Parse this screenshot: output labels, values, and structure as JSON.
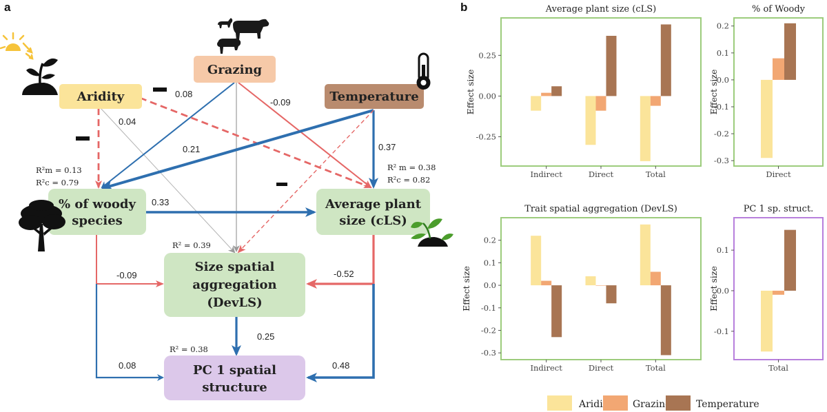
{
  "panel_labels": {
    "a": "a",
    "b": "b"
  },
  "colors": {
    "aridity": "#fbe49a",
    "grazing": "#f2a773",
    "temperature": "#a87553",
    "positive_arrow": "#2e6faf",
    "negative_arrow": "#e56766",
    "neutral_arrow": "#b4b4b4",
    "green_box": "#cfe6c3",
    "purple_box": "#dcc8ea",
    "grazing_box": "#f6c9a8",
    "aridity_box": "#fbe49a",
    "temperature_box": "#b98b6e",
    "green_frame": "#9ccc7c",
    "purple_frame": "#b77fdc"
  },
  "diagram": {
    "nodes": {
      "grazing": "Grazing",
      "aridity": "Aridity",
      "temperature": "Temperature",
      "woody": [
        "% of woody",
        "species"
      ],
      "plant_size": [
        "Average plant",
        "size (cLS)"
      ],
      "size_agg": [
        "Size spatial",
        "aggregation",
        "(DevLS)"
      ],
      "pc1": [
        "PC 1 spatial",
        "structure"
      ]
    },
    "icons": [
      "sun-plant-icon",
      "livestock-icon",
      "thermometer-icon",
      "tree-icon",
      "shrub-icon"
    ],
    "coefficients": {
      "grazing_woody": "0.08",
      "grazing_size": "-0.09",
      "aridity_agg": "0.04",
      "temp_woody": "0.21",
      "temp_size": "0.37",
      "woody_size": "0.33",
      "woody_agg": "-0.09",
      "size_agg": "-0.52",
      "agg_pc1": "0.25",
      "woody_pc1": "0.08",
      "size_pc1": "0.48"
    },
    "r2": {
      "woody_m": "R²m = 0.13",
      "woody_c": "R²c  = 0.79",
      "size_m": "R² m = 0.38",
      "size_c": "R²c   = 0.82",
      "agg": "R² = 0.39",
      "pc1": "R² = 0.38"
    },
    "signs": [
      "‒",
      "‒",
      "‒"
    ]
  },
  "chart_data": [
    {
      "type": "bar",
      "title": "Average plant size (cLS)",
      "ylabel": "Effect size",
      "categories": [
        "Indirect",
        "Direct",
        "Total"
      ],
      "ylim": [
        -0.43,
        0.48
      ],
      "yticks": [
        -0.25,
        0.0,
        0.25
      ],
      "ytick_labels": [
        "-0.25",
        "0.00",
        "0.25"
      ],
      "series": [
        {
          "name": "Aridity",
          "values": [
            -0.09,
            -0.3,
            -0.4
          ]
        },
        {
          "name": "Grazing",
          "values": [
            0.02,
            -0.09,
            -0.06
          ]
        },
        {
          "name": "Temperature",
          "values": [
            0.06,
            0.37,
            0.44
          ]
        }
      ]
    },
    {
      "type": "bar",
      "title": "% of Woody",
      "ylabel": "Effect size",
      "categories": [
        "Direct"
      ],
      "ylim": [
        -0.32,
        0.23
      ],
      "yticks": [
        -0.3,
        -0.2,
        -0.1,
        0.0,
        0.1,
        0.2
      ],
      "ytick_labels": [
        "-0.3",
        "-0.2",
        "-0.1",
        "0.0",
        "0.1",
        "0.2"
      ],
      "series": [
        {
          "name": "Aridity",
          "values": [
            -0.29
          ]
        },
        {
          "name": "Grazing",
          "values": [
            0.08
          ]
        },
        {
          "name": "Temperature",
          "values": [
            0.21
          ]
        }
      ]
    },
    {
      "type": "bar",
      "title": "Trait spatial aggregation (DevLS)",
      "ylabel": "Effect size",
      "categories": [
        "Indirect",
        "Direct",
        "Total"
      ],
      "ylim": [
        -0.33,
        0.3
      ],
      "yticks": [
        -0.3,
        -0.2,
        -0.1,
        0.0,
        0.1,
        0.2
      ],
      "ytick_labels": [
        "-0.3",
        "-0.2",
        "-0.1",
        "0.0",
        "0.1",
        "0.2"
      ],
      "series": [
        {
          "name": "Aridity",
          "values": [
            0.22,
            0.04,
            0.27
          ]
        },
        {
          "name": "Grazing",
          "values": [
            0.02,
            0.0,
            0.06
          ]
        },
        {
          "name": "Temperature",
          "values": [
            -0.23,
            -0.08,
            -0.31
          ]
        }
      ]
    },
    {
      "type": "bar",
      "title": "PC 1 sp. struct.",
      "ylabel": "Effect size",
      "categories": [
        "Total"
      ],
      "ylim": [
        -0.17,
        0.18
      ],
      "yticks": [
        -0.1,
        0.0,
        0.1
      ],
      "ytick_labels": [
        "-0.1",
        "0.0",
        "0.1"
      ],
      "series": [
        {
          "name": "Aridity",
          "values": [
            -0.15
          ]
        },
        {
          "name": "Grazing",
          "values": [
            -0.01
          ]
        },
        {
          "name": "Temperature",
          "values": [
            0.15
          ]
        }
      ]
    }
  ],
  "legend": [
    "Aridity",
    "Grazing",
    "Temperature"
  ]
}
